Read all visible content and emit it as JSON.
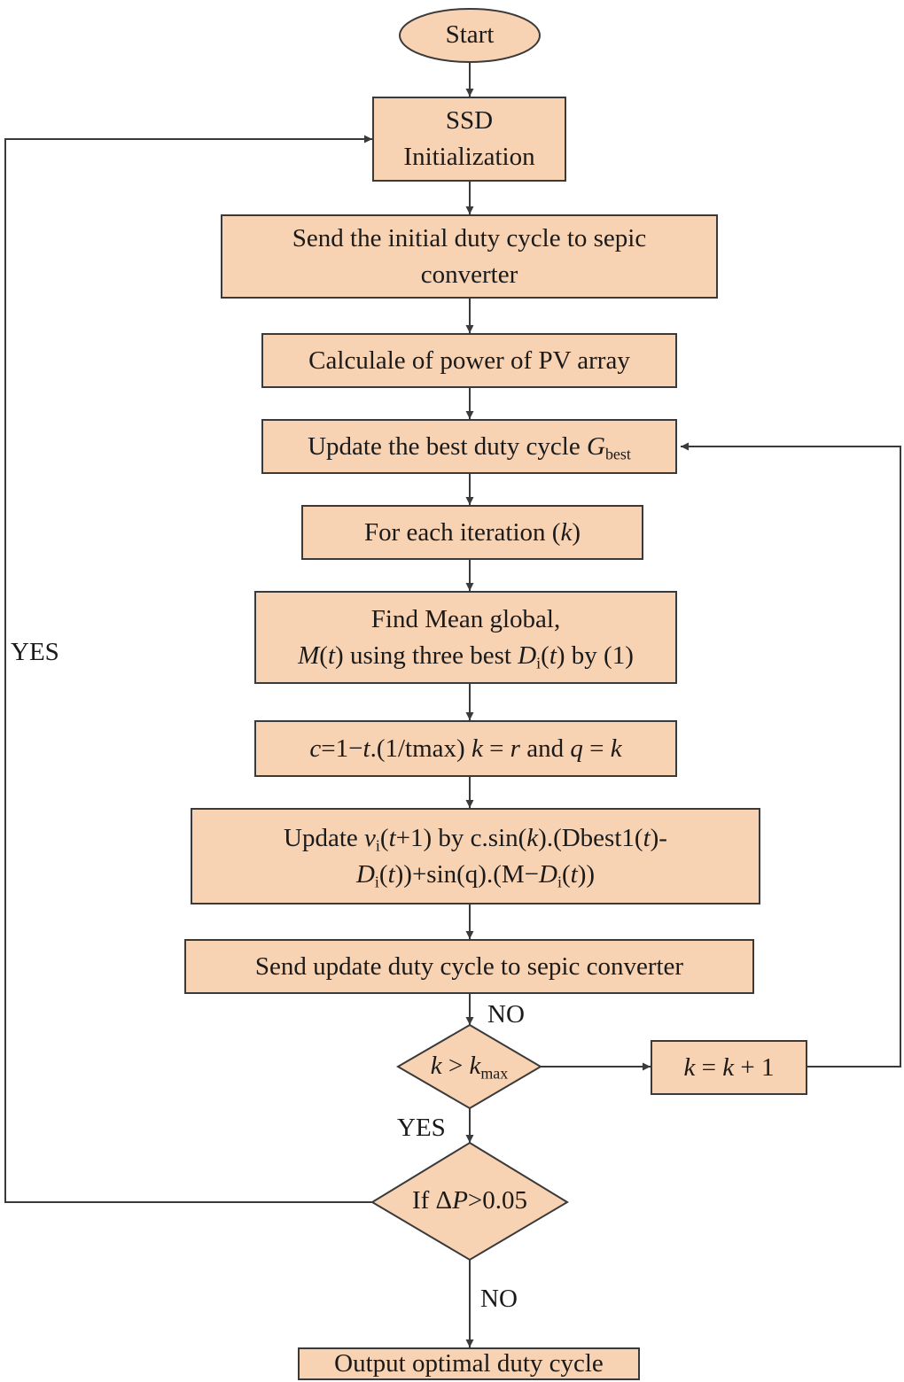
{
  "nodes": {
    "start": {
      "text": "Start"
    },
    "ssd_init": {
      "lines": [
        "SSD",
        "Initialization"
      ]
    },
    "send_initial": {
      "lines": [
        "Send the initial duty cycle to sepic",
        "converter"
      ]
    },
    "calc_power": {
      "text": "Calculale of power of PV array"
    },
    "update_best": {
      "text": "Update the best duty cycle ",
      "var": "G",
      "sub": "best"
    },
    "for_each": {
      "prefix": "For each iteration (",
      "var": "k",
      "suffix": ")"
    },
    "find_mean": {
      "line1": "Find Mean global,",
      "line2_var1": "M",
      "line2_mid1": "(",
      "line2_var2": "t",
      "line2_mid2": ") using three best ",
      "line2_var3": "D",
      "line2_sub": "i",
      "line2_mid3": "(",
      "line2_var4": "t",
      "line2_end": ") by (1)"
    },
    "compute_c": {
      "v1": "c",
      "t1": "=1−",
      "v2": "t",
      "t2": ".(1/tmax) ",
      "v3": "k",
      "t3": " = ",
      "v4": "r",
      "t4": " and ",
      "v5": "q",
      "t5": " = ",
      "v6": "k"
    },
    "update_v": {
      "l1_a": "Update ",
      "l1_var": "v",
      "l1_sub": "i",
      "l1_b": "(",
      "l1_var2": "t",
      "l1_c": "+1) by c.sin(",
      "l1_var3": "k",
      "l1_d": ").(Dbest1(",
      "l1_var4": "t",
      "l1_e": ")-",
      "l2_var1": "D",
      "l2_sub1": "i",
      "l2_a": "(",
      "l2_var2": "t",
      "l2_b": "))+sin(q).(M−",
      "l2_var3": "D",
      "l2_sub2": "i",
      "l2_c": "(",
      "l2_var4": "t",
      "l2_d": "))"
    },
    "send_update": {
      "text": "Send update duty cycle to sepic converter"
    },
    "decision_k": {
      "var1": "k",
      "op": " > ",
      "var2": "k",
      "sub": "max"
    },
    "increment": {
      "var1": "k",
      "t1": " = ",
      "var2": "k",
      "t2": " + 1"
    },
    "decision_dp": {
      "prefix": "If Δ",
      "var": "P",
      "suffix": ">0.05"
    },
    "output": {
      "text": "Output optimal duty cycle"
    }
  },
  "edge_labels": {
    "loop_yes": "YES",
    "no_top": "NO",
    "yes_mid": "YES",
    "no_bottom": "NO"
  },
  "colors": {
    "fill": "#f8d3b3",
    "stroke": "#3a3a3a"
  }
}
